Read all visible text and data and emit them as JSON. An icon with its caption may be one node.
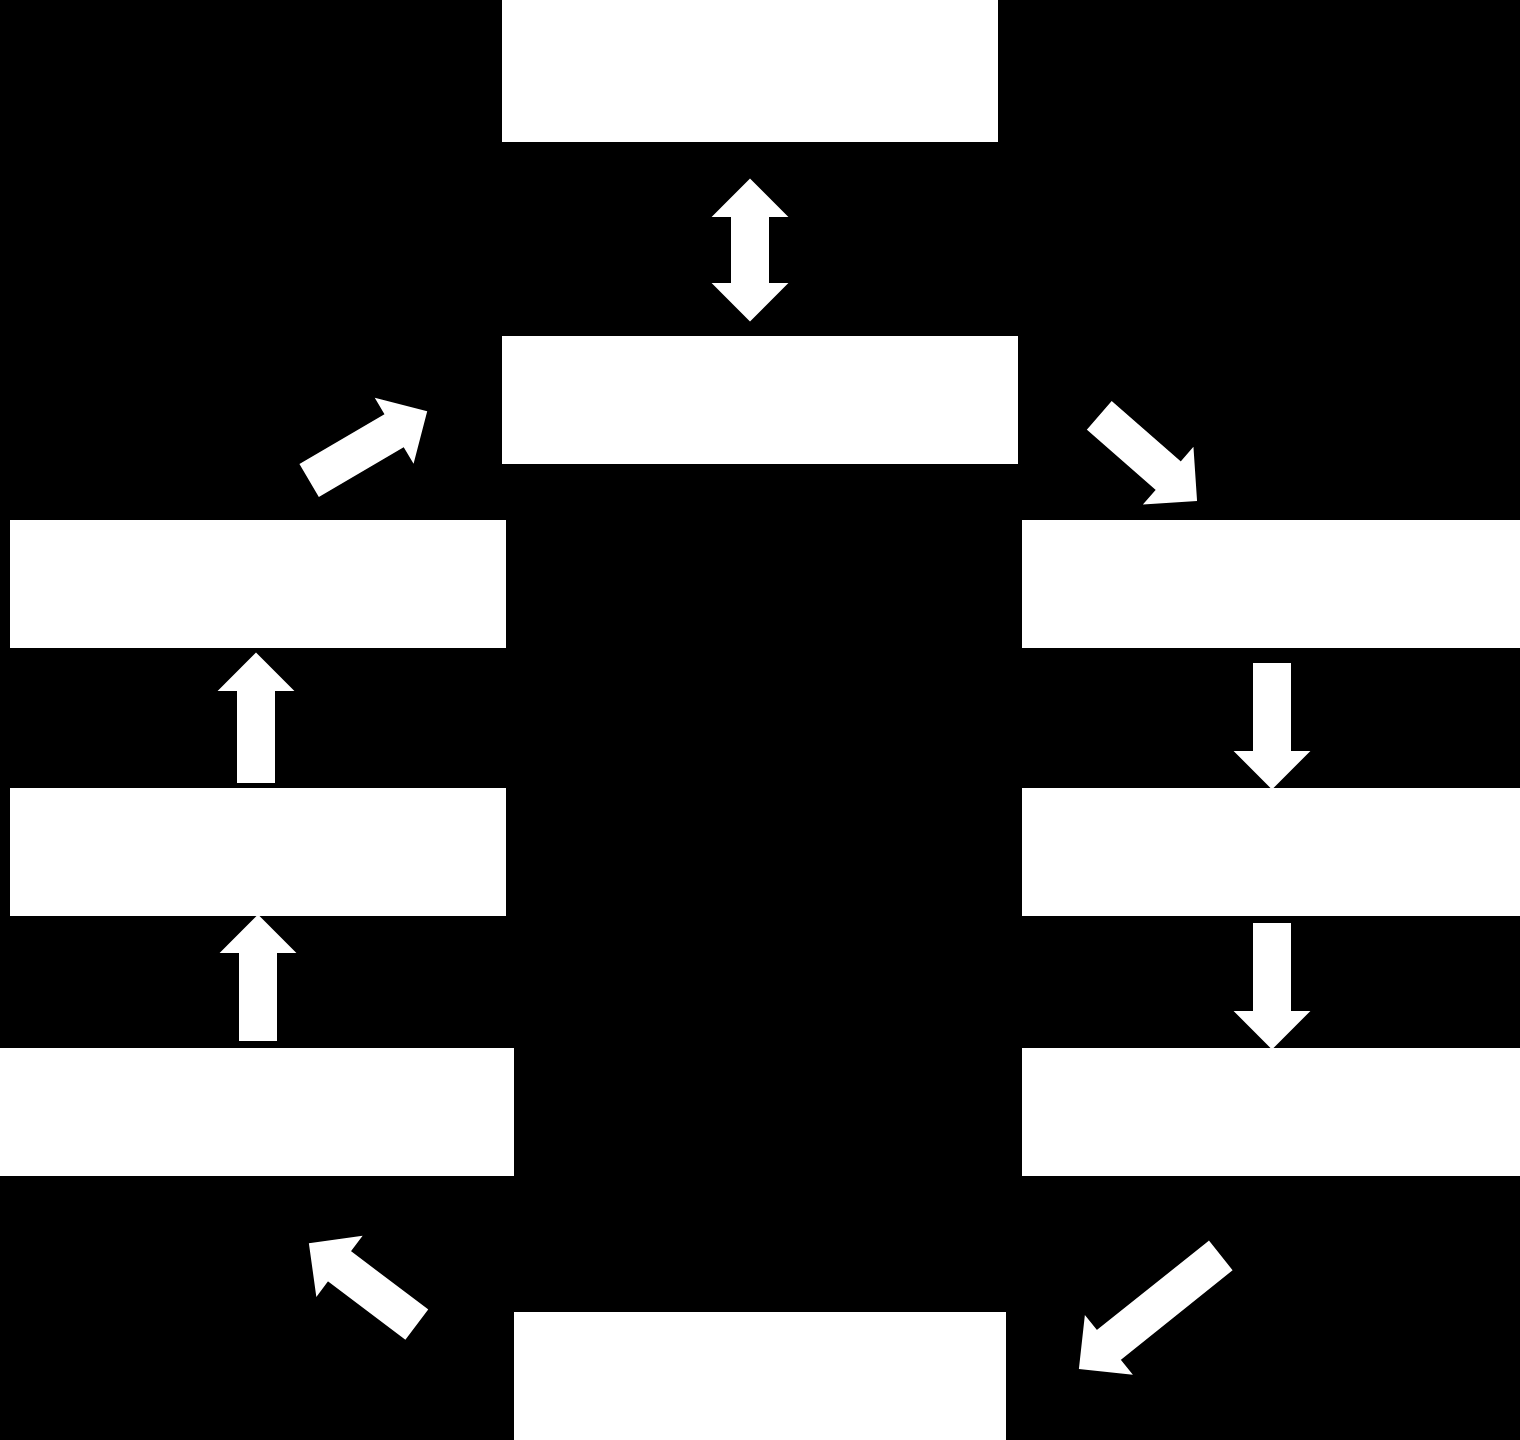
{
  "diagram": {
    "nodes": [
      {
        "text": [],
        "shape": "box"
      },
      {
        "text": [],
        "shape": "box"
      },
      {
        "text": [],
        "shape": "box"
      },
      {
        "text": [],
        "shape": "box"
      },
      {
        "text": [],
        "shape": "box"
      },
      {
        "text": [],
        "shape": "box"
      },
      {
        "text": [],
        "shape": "box"
      },
      {
        "text": [],
        "shape": "box"
      },
      {
        "text": [],
        "shape": "box"
      }
    ],
    "edges": [
      {
        "from": 0,
        "to": 1,
        "arrow": "both"
      },
      {
        "from": 1,
        "to": 3,
        "arrow": "to"
      },
      {
        "from": 3,
        "to": 5,
        "arrow": "to"
      },
      {
        "from": 5,
        "to": 7,
        "arrow": "to"
      },
      {
        "from": 7,
        "to": 8,
        "arrow": "to"
      },
      {
        "from": 8,
        "to": 6,
        "arrow": "to"
      },
      {
        "from": 6,
        "to": 4,
        "arrow": "to"
      },
      {
        "from": 4,
        "to": 2,
        "arrow": "to"
      },
      {
        "from": 2,
        "to": 1,
        "arrow": "to"
      }
    ]
  }
}
